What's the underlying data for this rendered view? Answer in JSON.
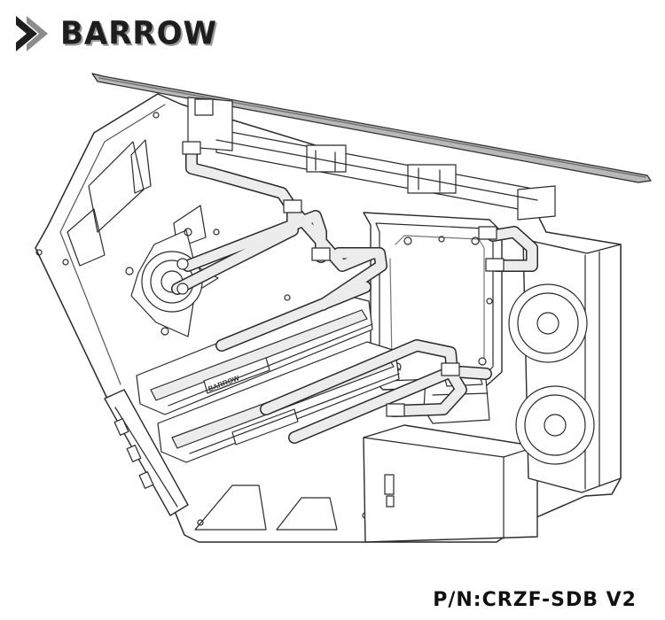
{
  "brand": {
    "name": "BARROW",
    "icon": "barrow-logo-icon"
  },
  "labels": {
    "gpu_block_brand": "BARROW",
    "part_number": "P/N:CRZF-SDB V2"
  },
  "colors": {
    "line": "#2a2a2a",
    "panel_fill": "#ffffff",
    "lid_fill": "#b8b8b8",
    "tube_fill": "#ececec",
    "logo_dark": "#1e1e1e",
    "logo_shadow": "#9a9a9a"
  }
}
